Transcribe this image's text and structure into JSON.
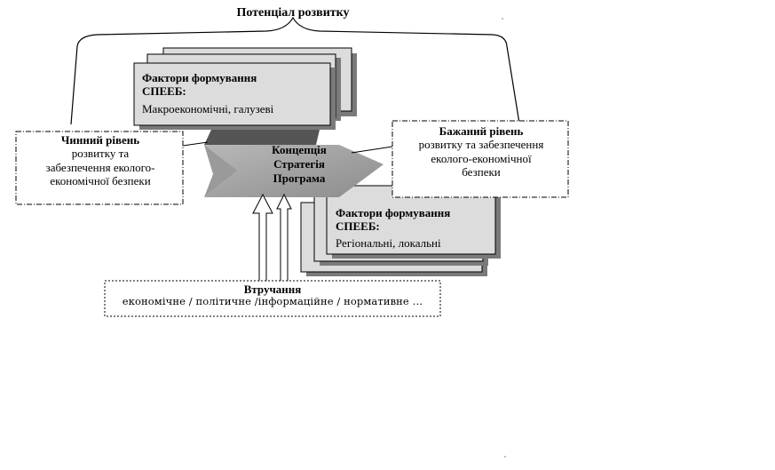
{
  "diagram": {
    "title": "Потенціал розвитку",
    "current_level": {
      "heading": "Чинний рівень",
      "lines": [
        "розвитку та",
        "забезпечення еколого-",
        "економічної безпеки"
      ]
    },
    "desired_level": {
      "heading": "Бажаний рівень",
      "lines": [
        "розвитку та забезпечення",
        "еколого-економічної",
        "безпеки"
      ]
    },
    "factors_macro": {
      "heading_line1": "Фактори формування",
      "heading_line2": "СПЕЕБ:",
      "detail": "Макроекономічні, галузеві"
    },
    "factors_regional": {
      "heading_line1": "Фактори формування",
      "heading_line2": "СПЕЕБ:",
      "detail": "Регіональні, локальні"
    },
    "core": {
      "line1": "Концепція",
      "line2": "Стратегія",
      "line3": "Програма"
    },
    "intervention": {
      "heading": "Втручання",
      "detail": "економічне / політичне /інформаційне / нормативне …"
    }
  }
}
